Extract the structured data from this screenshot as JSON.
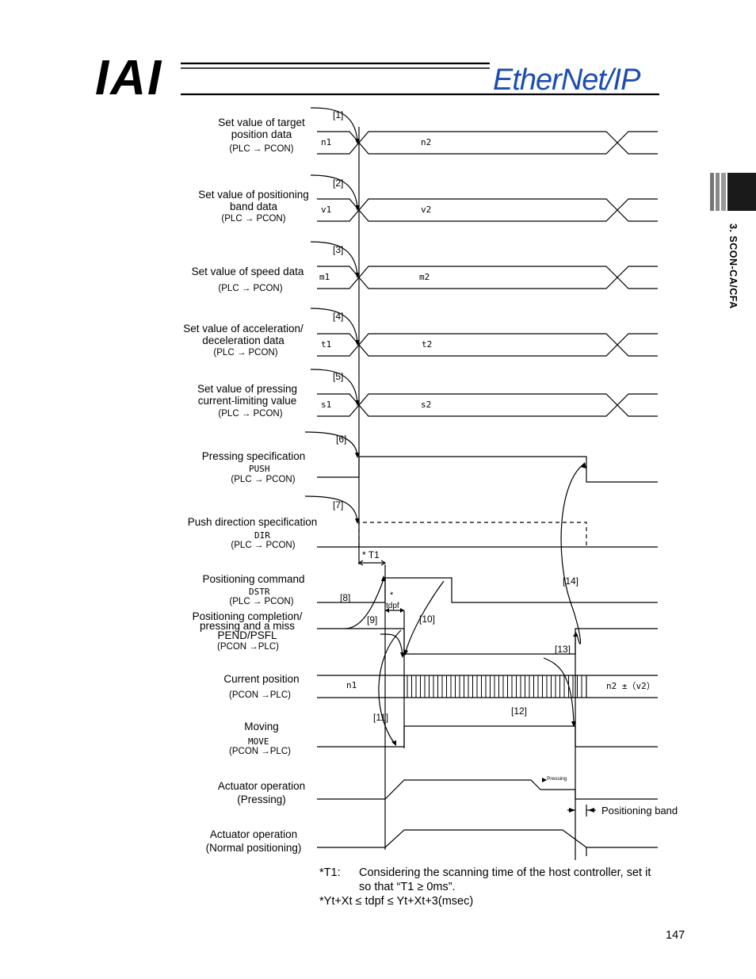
{
  "header": {
    "brand": "IAI",
    "product": "EtherNet/IP"
  },
  "side_tab": {
    "section": "3. SCON-CA/CFA"
  },
  "signals": [
    {
      "name": "Set value of target position data",
      "label1": "Set value of target",
      "label2": "position data",
      "dir": "(PLC → PCON)",
      "step": "[1]",
      "old": "n1",
      "new": "n2"
    },
    {
      "name": "Set value of positioning band data",
      "label1": "Set value of positioning",
      "label2": "band data",
      "dir": "(PLC → PCON)",
      "step": "[2]",
      "old": "v1",
      "new": "v2"
    },
    {
      "name": "Set value of speed data",
      "label1": "Set value of speed data",
      "label2": "",
      "dir": "(PLC → PCON)",
      "step": "[3]",
      "old": "m1",
      "new": "m2"
    },
    {
      "name": "Set value of acceleration/deceleration data",
      "label1": "Set value of acceleration/",
      "label2": "deceleration data",
      "dir": "(PLC → PCON)",
      "step": "[4]",
      "old": "t1",
      "new": "t2"
    },
    {
      "name": "Set value of pressing current-limiting value",
      "label1": "Set value of pressing",
      "label2": "current-limiting value",
      "dir": "(PLC → PCON)",
      "step": "[5]",
      "old": "s1",
      "new": "s2"
    }
  ],
  "push": {
    "label": "Pressing specification",
    "code": "PUSH",
    "dir": "(PLC → PCON)",
    "step": "[6]"
  },
  "dir_spec": {
    "label": "Push direction specification",
    "code": "DIR",
    "dir": "(PLC → PCON)",
    "step": "[7]"
  },
  "t1_mark": "* T1",
  "dstr": {
    "label": "Positioning command",
    "code": "DSTR",
    "dir": "(PLC → PCON)",
    "step": "[8]"
  },
  "tdpf": {
    "star": "*",
    "label": "tdpf"
  },
  "pend": {
    "label1": "Positioning completion/",
    "label2": "pressing and a miss",
    "code": "PEND/PSFL",
    "dir": "(PCON →PLC)"
  },
  "steps": {
    "s9": "[9]",
    "s10": "[10]",
    "s11": "[11]",
    "s12": "[12]",
    "s13": "[13]",
    "s14": "[14]"
  },
  "current": {
    "label": "Current position",
    "dir": "(PCON →PLC)",
    "old": "n1",
    "new": "n2 ±（v2）"
  },
  "move": {
    "label": "Moving",
    "code": "MOVE",
    "dir": "(PCON →PLC)"
  },
  "act_press": {
    "label1": "Actuator operation",
    "label2": "(Pressing)",
    "tag": "Pressing"
  },
  "act_normal": {
    "label1": "Actuator operation",
    "label2": "(Normal positioning)"
  },
  "pos_band": "Positioning band",
  "footnotes": {
    "t1_key": "*T1:",
    "t1_line1": "Considering the scanning time of the host controller, set it",
    "t1_line2": "so that “T1 ≥ 0ms”.",
    "tdpf_line": "*Yt+Xt ≤ tdpf ≤ Yt+Xt+3(msec)"
  },
  "page_number": "147"
}
